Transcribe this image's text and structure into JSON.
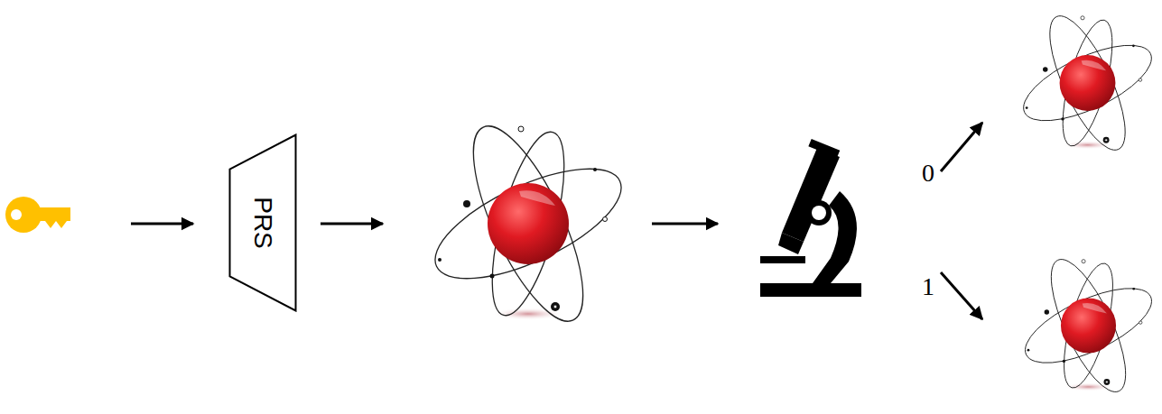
{
  "diagram": {
    "nodes": [
      {
        "text": [
          "PRS"
        ]
      }
    ],
    "labels": [
      "0",
      "1"
    ]
  }
}
